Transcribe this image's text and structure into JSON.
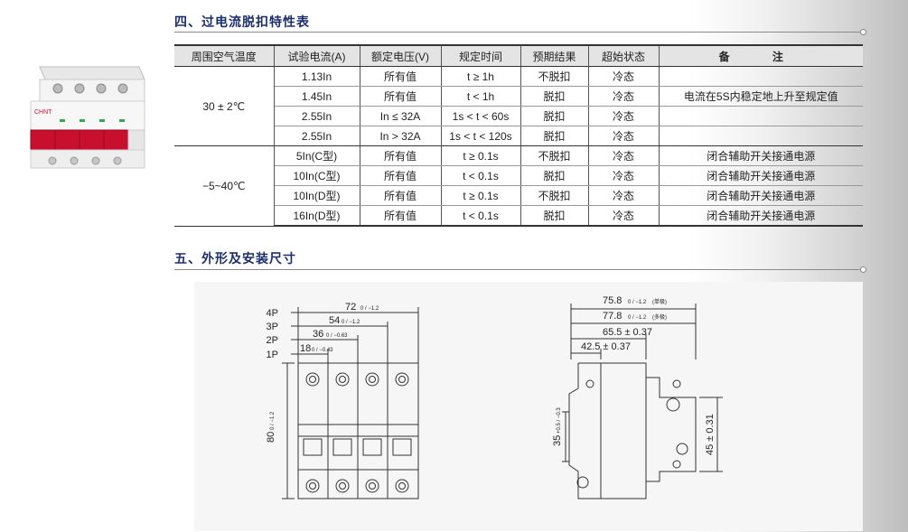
{
  "section4": {
    "title": "四、过电流脱扣特性表",
    "headers": [
      "周围空气温度",
      "试验电流(A)",
      "额定电压(V)",
      "规定时间",
      "预期结果",
      "超始状态",
      "备 注"
    ],
    "group1": {
      "temperature": "30 ± 2℃",
      "rows": [
        [
          "1.13In",
          "所有值",
          "t ≥ 1h",
          "不脱扣",
          "冷态",
          ""
        ],
        [
          "1.45In",
          "所有值",
          "t < 1h",
          "脱扣",
          "冷态",
          "电流在5S内稳定地上升至规定值"
        ],
        [
          "2.55In",
          "In ≤ 32A",
          "1s < t < 60s",
          "脱扣",
          "冷态",
          ""
        ],
        [
          "2.55In",
          "In > 32A",
          "1s < t < 120s",
          "脱扣",
          "冷态",
          ""
        ]
      ]
    },
    "group2": {
      "temperature": "−5~40℃",
      "rows": [
        [
          "5In(C型)",
          "所有值",
          "t ≥ 0.1s",
          "不脱扣",
          "冷态",
          "闭合辅助开关接通电源"
        ],
        [
          "10In(C型)",
          "所有值",
          "t < 0.1s",
          "脱扣",
          "冷态",
          "闭合辅助开关接通电源"
        ],
        [
          "10In(D型)",
          "所有值",
          "t ≥ 0.1s",
          "不脱扣",
          "冷态",
          "闭合辅助开关接通电源"
        ],
        [
          "16In(D型)",
          "所有值",
          "t < 0.1s",
          "脱扣",
          "冷态",
          "闭合辅助开关接通电源"
        ]
      ]
    }
  },
  "section5": {
    "title": "五、外形及安装尺寸"
  },
  "front_view": {
    "pole_labels": [
      "4P",
      "3P",
      "2P",
      "1P"
    ],
    "width_4p": "72",
    "width_4p_tol": "0 / −1.2",
    "width_3p": "54",
    "width_3p_tol": "0 / −1.2",
    "width_2p": "36",
    "width_2p_tol": "0 / −0.63",
    "width_1p": "18",
    "width_1p_tol": "0 / −0.43",
    "height": "80",
    "height_tol": "0 / −1.2"
  },
  "side_view": {
    "depth_single": "75.8",
    "depth_single_tol": "0 / −1.2",
    "depth_single_note": "(单极)",
    "depth_multi": "77.8",
    "depth_multi_tol": "0 / −1.2",
    "depth_multi_note": "(多极)",
    "depth_65": "65.5 ± 0.37",
    "depth_42": "42.5 ± 0.37",
    "rail_35": "35",
    "rail_35_tol": "+0.5 / −0.3",
    "height_45": "45 ± 0.31"
  },
  "product_photo": {
    "brand_mark": "CHNT"
  },
  "colors": {
    "title_blue": "#1b2f6b",
    "breaker_red": "#c8102e",
    "breaker_body": "#f2f2f2"
  }
}
